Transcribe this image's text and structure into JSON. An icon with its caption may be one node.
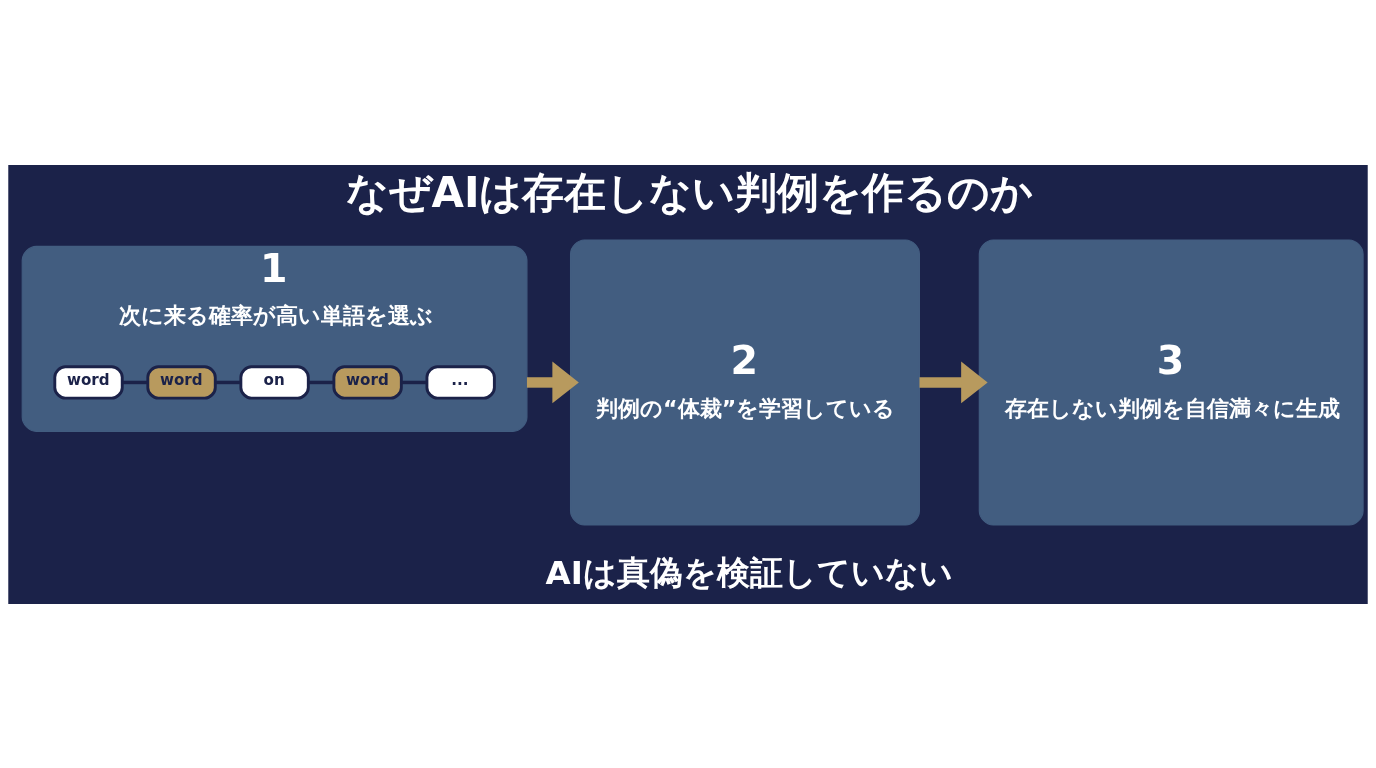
{
  "diagram": {
    "title": "なぜAIは存在しない判例を作るのか",
    "caption": "AIは真偽を検証していない",
    "nodes": [
      {
        "text": [
          "1",
          "次に来る確率が高い単語を選ぶ"
        ]
      },
      {
        "text": [
          "word"
        ],
        "in": 0
      },
      {
        "text": [
          "word"
        ],
        "in": 0
      },
      {
        "text": [
          "on"
        ],
        "in": 0
      },
      {
        "text": [
          "word"
        ],
        "in": 0
      },
      {
        "text": [
          "..."
        ],
        "in": 0
      },
      {
        "text": [
          "2",
          "判例の“体裁”を学習している"
        ]
      },
      {
        "text": [
          "3",
          "存在しない判例を自信満々に生成"
        ]
      }
    ],
    "edges": [
      {
        "from": 1,
        "to": 2,
        "arrow": "none"
      },
      {
        "from": 2,
        "to": 3,
        "arrow": "none"
      },
      {
        "from": 3,
        "to": 4,
        "arrow": "none"
      },
      {
        "from": 4,
        "to": 5,
        "arrow": "none"
      },
      {
        "from": 0,
        "to": 6,
        "arrow": "to",
        "style": "thick",
        "color": "#b89a5e"
      },
      {
        "from": 6,
        "to": 7,
        "arrow": "to",
        "style": "thick",
        "color": "#b89a5e"
      }
    ]
  }
}
